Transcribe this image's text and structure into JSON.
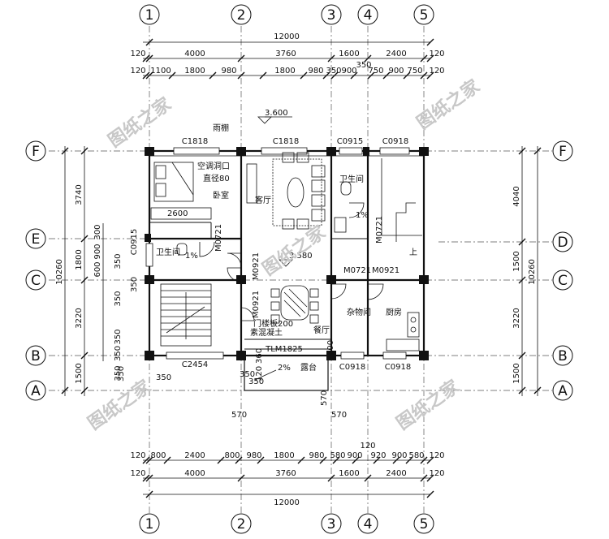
{
  "axes": {
    "columns": [
      "1",
      "2",
      "3",
      "4",
      "5"
    ],
    "rows_left": [
      "F",
      "E",
      "C",
      "B",
      "A"
    ],
    "rows_right": [
      "F",
      "D",
      "C",
      "B",
      "A"
    ]
  },
  "dims": {
    "top_total": "12000",
    "bottom_total": "12000",
    "top_main": [
      "120",
      "4000",
      "3760",
      "1600",
      "2400",
      "120"
    ],
    "top_detail": [
      "120",
      "1100",
      "1800",
      "980",
      "1800",
      "980",
      "350",
      "900",
      "750",
      "900",
      "750",
      "120"
    ],
    "top_350": "350",
    "bottom_main": [
      "120",
      "4000",
      "3760",
      "1600",
      "2400",
      "120"
    ],
    "bottom_detail": [
      "120",
      "800",
      "2400",
      "800",
      "980",
      "1800",
      "980",
      "580",
      "900",
      "920",
      "900",
      "580",
      "120"
    ],
    "bottom_120": "120",
    "left_outer": "10260",
    "left_main": [
      "3740",
      "1800",
      "3220",
      "1500"
    ],
    "left_detail": [
      "300",
      "900",
      "600",
      "350",
      "350",
      "350",
      "350"
    ],
    "left_small": [
      "350",
      "350",
      "350"
    ],
    "right_outer": "10260",
    "right_main": [
      "4040",
      "1500",
      "3220",
      "1500"
    ],
    "mid_570": [
      "570",
      "570",
      "570"
    ],
    "mid_350": [
      "350",
      "350",
      "350"
    ],
    "mid_misc": [
      "120",
      "360",
      "600"
    ]
  },
  "windows": {
    "c1818a": "C1818",
    "c1818b": "C1818",
    "c0915a": "C0915",
    "c0918a": "C0918",
    "c0915b": "C0915",
    "c2454": "C2454",
    "c0918b": "C0918",
    "c0918c": "C0918",
    "tlm": "TLM1825"
  },
  "doors": {
    "m0721a": "M0721",
    "m0921a": "M0921",
    "m0921b": "M0921",
    "m0721b": "M0721",
    "m0721c": "M0721",
    "m0921c": "M0921"
  },
  "rooms": {
    "canopy": "雨棚",
    "ac": "空调洞口",
    "ac2": "直径80",
    "bedroom": "卧室",
    "bath1": "卫生间",
    "bath2": "卫生间",
    "living": "客厅",
    "storage": "杂物间",
    "kitchen": "厨房",
    "dining": "餐厅",
    "terrace": "露台",
    "porch": "门楼板200",
    "slab": "素混凝土",
    "up": "上"
  },
  "levels": {
    "top": "3.600",
    "mid": "3.580"
  },
  "slopes": {
    "s1": "1%",
    "s2": "1%",
    "s3": "2%"
  },
  "bed_dim": "2600",
  "watermark": "图纸之家"
}
